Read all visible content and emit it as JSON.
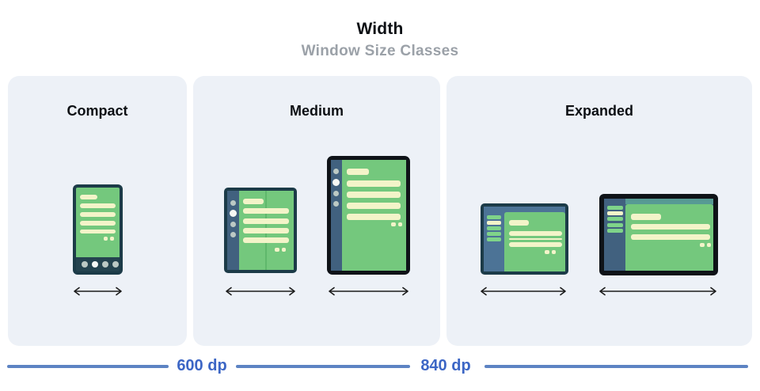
{
  "header": {
    "title": "Width",
    "subtitle": "Window Size Classes"
  },
  "panels": [
    {
      "label": "Compact",
      "devices": [
        "phone-portrait"
      ]
    },
    {
      "label": "Medium",
      "devices": [
        "foldable-open",
        "tablet-portrait"
      ]
    },
    {
      "label": "Expanded",
      "devices": [
        "tablet-landscape-small",
        "tablet-landscape-large"
      ]
    }
  ],
  "breakpoints": [
    {
      "label": "600 dp"
    },
    {
      "label": "840 dp"
    }
  ],
  "colors": {
    "panel_bg": "#edf1f7",
    "title": "#0d1014",
    "subtitle": "#9ba1a8",
    "frame_dark": "#1c3b48",
    "frame_black": "#0f1318",
    "rail_blue": "#41617f",
    "screen_green": "#74c87d",
    "fold_line": "#5fb86c",
    "line_cream": "#f3f4c9",
    "bar_green": "#7fd489",
    "dot_muted": "#bcc9c4",
    "dot_white": "#f6f8f4",
    "strip_blue": "#4c7396",
    "strip_teal": "#579a94",
    "navbar": "#24434f",
    "arrow": "#1c1c1c",
    "rule_blue": "#5d83c3",
    "rule_text": "#3c66c5"
  }
}
